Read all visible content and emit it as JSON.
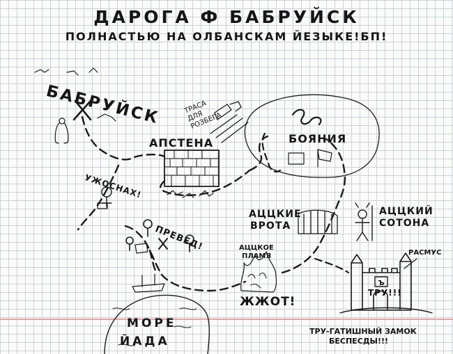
{
  "title": "ДАРОГА Ф БАБРУЙСК",
  "subtitle": "ПОЛНАСТЬЮ НА ОЛБАНСКАМ ЙЕЗЫКЕ!БП!",
  "places": {
    "babruysk": "БАБРУЙСК",
    "road_sign": "ТРАСА ДЛЯ РОЗБЕГА",
    "apstena": "АПСТЕНА",
    "boyaniya": "БОЯНИЯ",
    "uzhosnakh": "УЖОСНАХ!",
    "preved": "ПРЕВЕД!",
    "gates_line1": "АЦЦКИЕ",
    "gates_line2": "ВРОТА",
    "satan_line1": "АЦЦКИЙ",
    "satan_line2": "СОТОНА",
    "flame_line1": "АЦЦКОЕ",
    "flame_line2": "ПЛАМЯ",
    "zhzhot": "ЖЖОТ!",
    "sea_line1": "МОРЕ",
    "sea_line2": "ЙАДА",
    "rasmus": "РАСМУС",
    "tru_flag": "ТРУ!!!",
    "castle_line1": "ТРУ-ГАТИШНЫЙ ЗАМОК",
    "castle_line2": "БЕСПЕСДЫ!!!",
    "castle_badge": "Ъ"
  }
}
